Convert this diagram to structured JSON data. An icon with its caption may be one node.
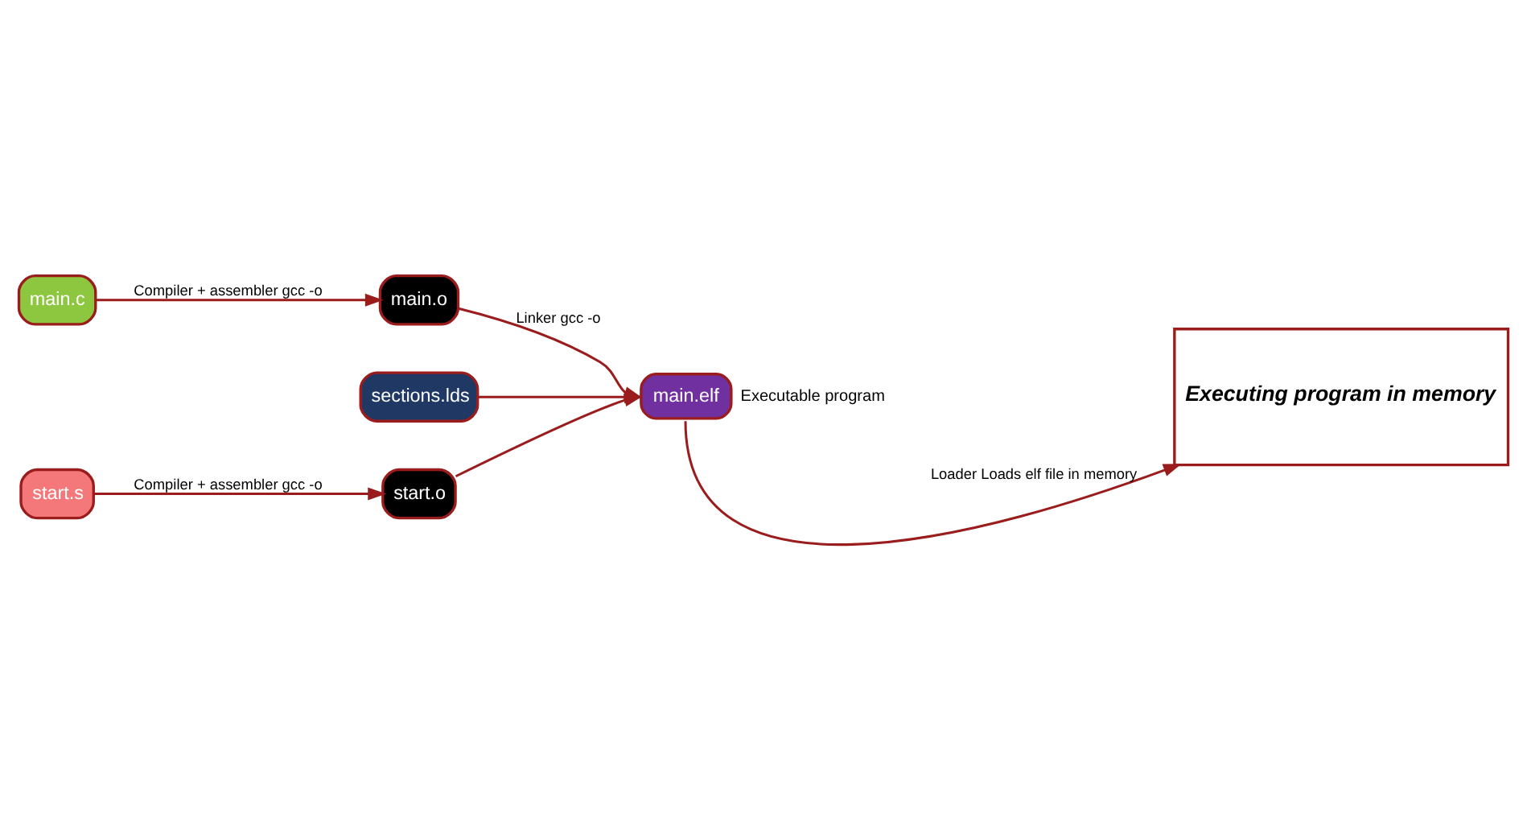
{
  "diagram": {
    "nodes": [
      {
        "text": [
          "main.c"
        ]
      },
      {
        "text": [
          "main.o"
        ]
      },
      {
        "text": [
          "sections.lds"
        ]
      },
      {
        "text": [
          "start.s"
        ]
      },
      {
        "text": [
          "start.o"
        ]
      },
      {
        "text": [
          "main.elf"
        ],
        "beside": [
          "Executable program"
        ]
      },
      {
        "text": [
          "Executing program in memory"
        ]
      }
    ],
    "edges": [
      {
        "from": 0,
        "to": 1,
        "arrow": "to",
        "label": "Compiler + assembler gcc -o"
      },
      {
        "from": 1,
        "to": 5,
        "arrow": "to",
        "label": "Linker gcc -o"
      },
      {
        "from": 2,
        "to": 5,
        "arrow": "to"
      },
      {
        "from": 3,
        "to": 4,
        "arrow": "to",
        "label": "Compiler + assembler gcc -o"
      },
      {
        "from": 4,
        "to": 5,
        "arrow": "to"
      },
      {
        "from": 5,
        "to": 6,
        "arrow": "to",
        "label": "Loader Loads elf file in memory"
      }
    ]
  }
}
